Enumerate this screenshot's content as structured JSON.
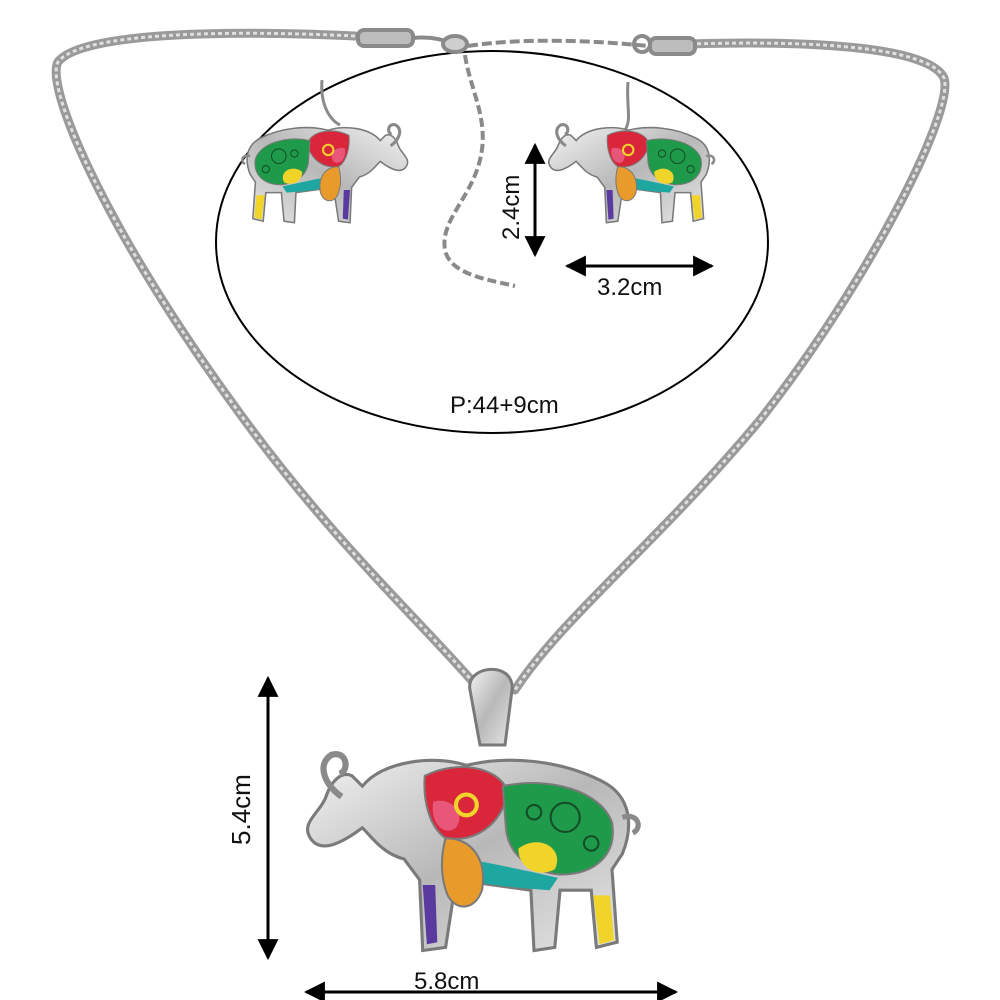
{
  "image": {
    "description_free": true,
    "background_color": "#ffffff"
  },
  "labels": {
    "chain_length": "P:44+9cm",
    "earring_width": "3.2cm",
    "earring_height": "2.4cm",
    "pendant_width": "5.8cm",
    "pendant_height": "5.4cm"
  },
  "colors": {
    "silver": "#c9c9c9",
    "silver_dark": "#8a8a8a",
    "enamel_red": "#d9263b",
    "enamel_pink": "#e8577a",
    "enamel_green": "#1f9a4a",
    "enamel_teal": "#1ea7a0",
    "enamel_yellow": "#f0d42a",
    "enamel_orange": "#e89b2a",
    "enamel_purple": "#5a3a9e",
    "line": "#000000"
  },
  "icons": {
    "arrow": "double-headed-arrow-icon",
    "pendant": "elephant-pendant-icon",
    "earring": "elephant-earring-icon"
  }
}
